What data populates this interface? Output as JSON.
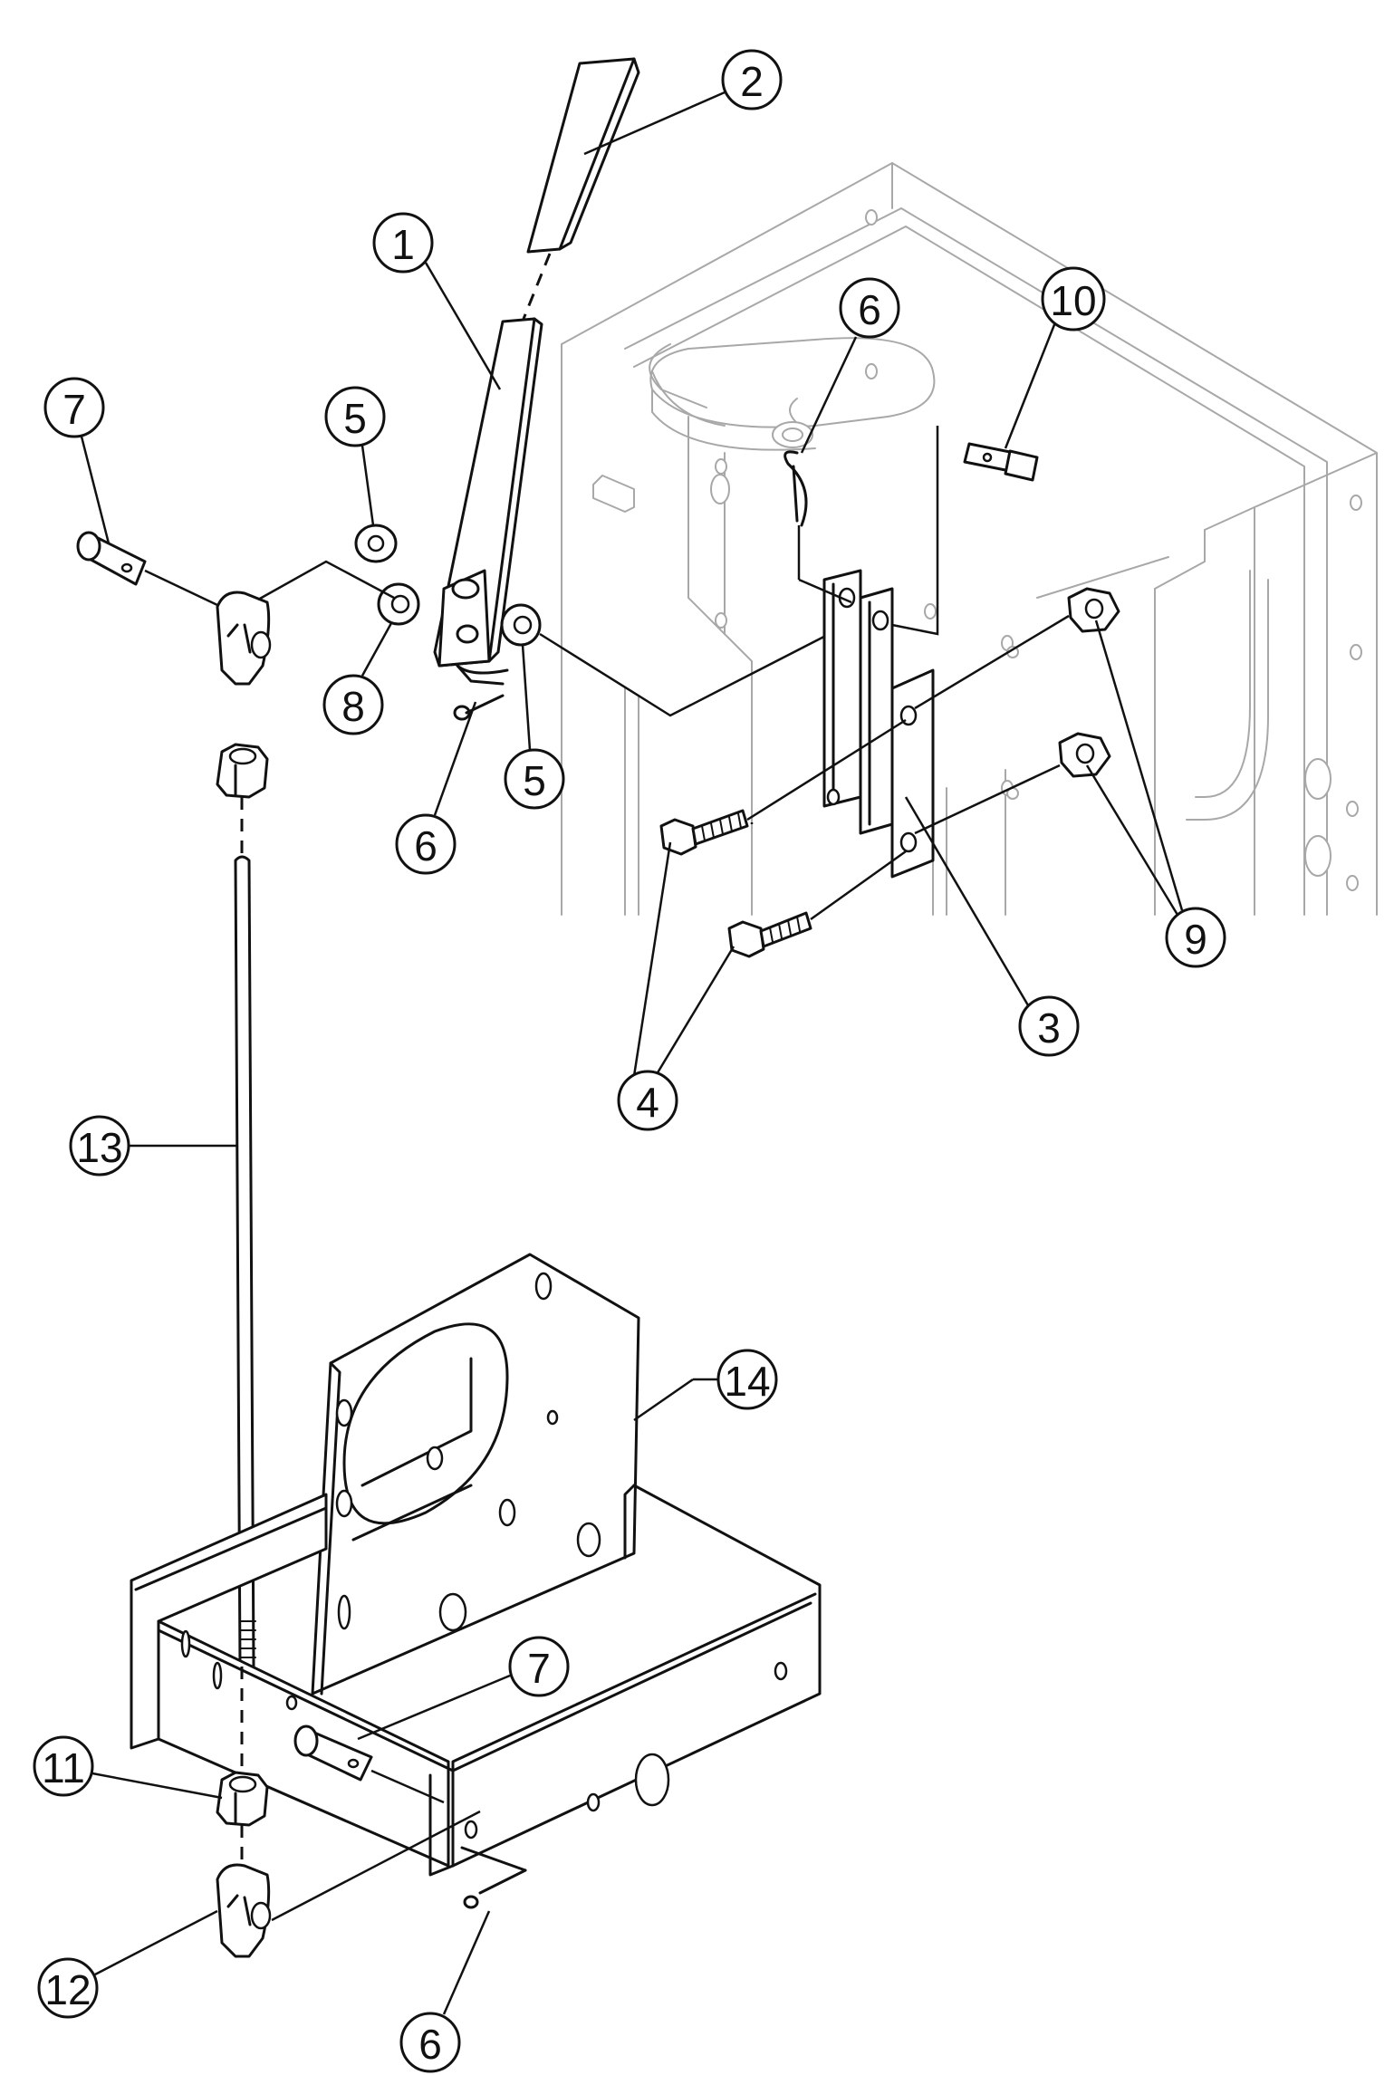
{
  "diagram": {
    "callouts": [
      {
        "id": "c1",
        "label": "1"
      },
      {
        "id": "c2",
        "label": "2"
      },
      {
        "id": "c3",
        "label": "3"
      },
      {
        "id": "c4",
        "label": "4"
      },
      {
        "id": "c5a",
        "label": "5"
      },
      {
        "id": "c5b",
        "label": "5"
      },
      {
        "id": "c6a",
        "label": "6"
      },
      {
        "id": "c6b",
        "label": "6"
      },
      {
        "id": "c6c",
        "label": "6"
      },
      {
        "id": "c7a",
        "label": "7"
      },
      {
        "id": "c7b",
        "label": "7"
      },
      {
        "id": "c8",
        "label": "8"
      },
      {
        "id": "c9",
        "label": "9"
      },
      {
        "id": "c10",
        "label": "10"
      },
      {
        "id": "c11",
        "label": "11"
      },
      {
        "id": "c12",
        "label": "12"
      },
      {
        "id": "c13",
        "label": "13"
      },
      {
        "id": "c14",
        "label": "14"
      }
    ]
  }
}
